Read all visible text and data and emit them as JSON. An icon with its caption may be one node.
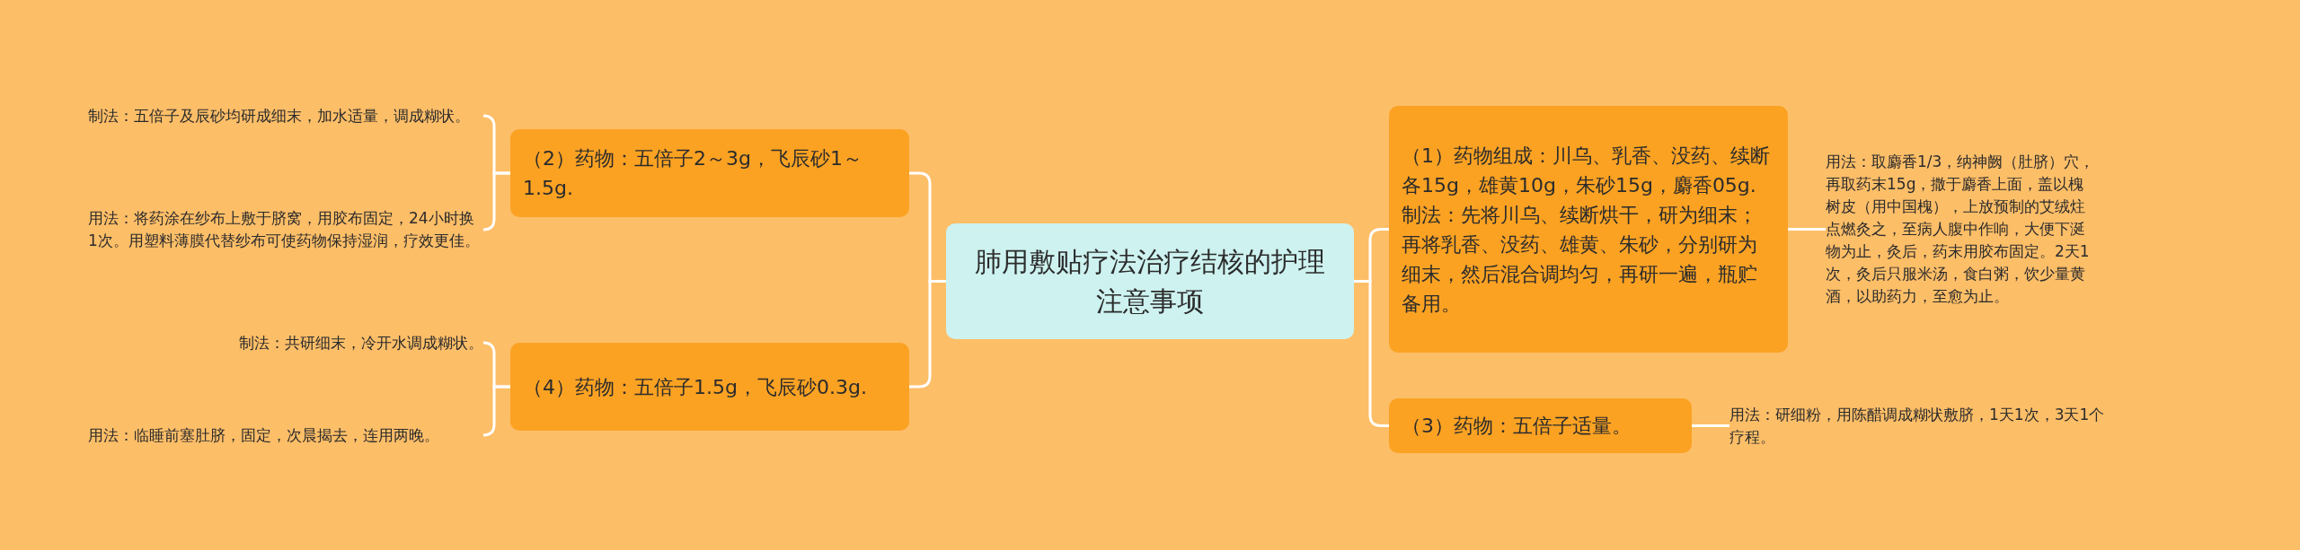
{
  "diagram": {
    "nodes": [
      {
        "text": [
          "肺用敷贴疗法治疗结核的护理注意事项"
        ]
      },
      {
        "text": [
          "（2）药物：五倍子2～3g，飞辰砂1～1.5g."
        ]
      },
      {
        "text": [
          "制法：五倍子及辰砂均研成细末，加水适量，调成糊状。"
        ]
      },
      {
        "text": [
          "用法：将药涂在纱布上敷于脐窝，用胶布固定，24小时换1次。用塑料薄膜代替纱布可使药物保持湿润，疗效更佳。"
        ]
      },
      {
        "text": [
          "（4）药物：五倍子1.5g，飞辰砂0.3g."
        ]
      },
      {
        "text": [
          "制法：共研细末，冷开水调成糊状。"
        ]
      },
      {
        "text": [
          "用法：临睡前塞肚脐，固定，次晨揭去，连用两晚。"
        ]
      },
      {
        "text": [
          "（1）药物组成：川乌、乳香、没药、续断各15g，雄黄10g，朱砂15g，麝香05g.制法：先将川乌、续断烘干，研为细末；再将乳香、没药、雄黄、朱砂，分别研为细末，然后混合调均匀，再研一遍，瓶贮备用。"
        ]
      },
      {
        "text": [
          "用法：取麝香1/3，纳神阙（肚脐）穴，再取药末15g，撒于麝香上面，盖以槐树皮（用中国槐），上放预制的艾绒炷点燃灸之，至病人腹中作响，大便下涎物为止，灸后，药末用胶布固定。2天1次，灸后只服米汤，食白粥，饮少量黄酒，以助药力，至愈为止。"
        ]
      },
      {
        "text": [
          "（3）药物：五倍子适量。"
        ]
      },
      {
        "text": [
          "用法：研细粉，用陈醋调成糊状敷脐，1天1次，3天1个疗程。"
        ]
      }
    ],
    "edges": [
      {
        "from": 0,
        "to": 1,
        "arrow": "none"
      },
      {
        "from": 0,
        "to": 4,
        "arrow": "none"
      },
      {
        "from": 0,
        "to": 7,
        "arrow": "none"
      },
      {
        "from": 0,
        "to": 9,
        "arrow": "none"
      },
      {
        "from": 1,
        "to": 2,
        "arrow": "none"
      },
      {
        "from": 1,
        "to": 3,
        "arrow": "none"
      },
      {
        "from": 4,
        "to": 5,
        "arrow": "none"
      },
      {
        "from": 4,
        "to": 6,
        "arrow": "none"
      },
      {
        "from": 7,
        "to": 8,
        "arrow": "none"
      },
      {
        "from": 9,
        "to": 10,
        "arrow": "none"
      }
    ]
  }
}
